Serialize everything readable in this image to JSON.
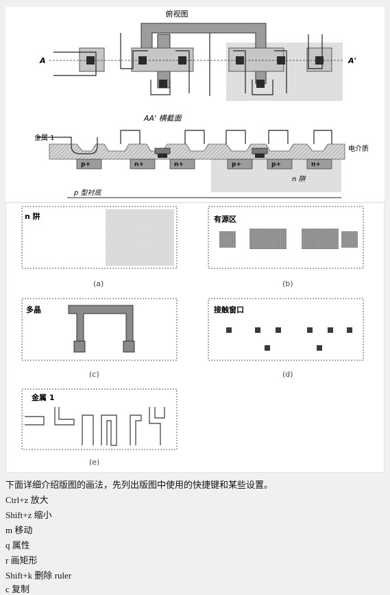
{
  "figure1": {
    "top_view_label": "俯视图",
    "label_a": "A",
    "label_a_prime": "A'",
    "section_label": "AA' 横截面",
    "metal_label": "金属 1",
    "dielectric_label": "电介质",
    "nwell_label": "n 阱",
    "substrate_label": "p 型衬底",
    "diffusions": [
      "p+",
      "n+",
      "n+",
      "p+",
      "p+",
      "n+"
    ]
  },
  "figure2": {
    "panels": [
      {
        "title": "n 阱",
        "caption": "(a)"
      },
      {
        "title": "有源区",
        "caption": "(b)"
      },
      {
        "title": "多晶",
        "caption": "(c)"
      },
      {
        "title": "接触窗口",
        "caption": "(d)"
      },
      {
        "title": "金属 1",
        "caption": "(e)"
      }
    ]
  },
  "text": {
    "intro": "下面详细介绍版图的画法，先列出版图中使用的快捷键和某些设置。",
    "shortcuts": [
      "Ctrl+z  放大",
      "Shift+z  缩小",
      "m  移动",
      "q  属性",
      "r  画矩形",
      "Shift+k  删除 ruler",
      "c  复制"
    ]
  },
  "colors": {
    "background": "#f0f0f0",
    "figure_bg": "#ffffff",
    "hatch": "#b8b8b8",
    "dark_fill": "#3a3a3a",
    "poly_fill": "#8a8a8a"
  }
}
